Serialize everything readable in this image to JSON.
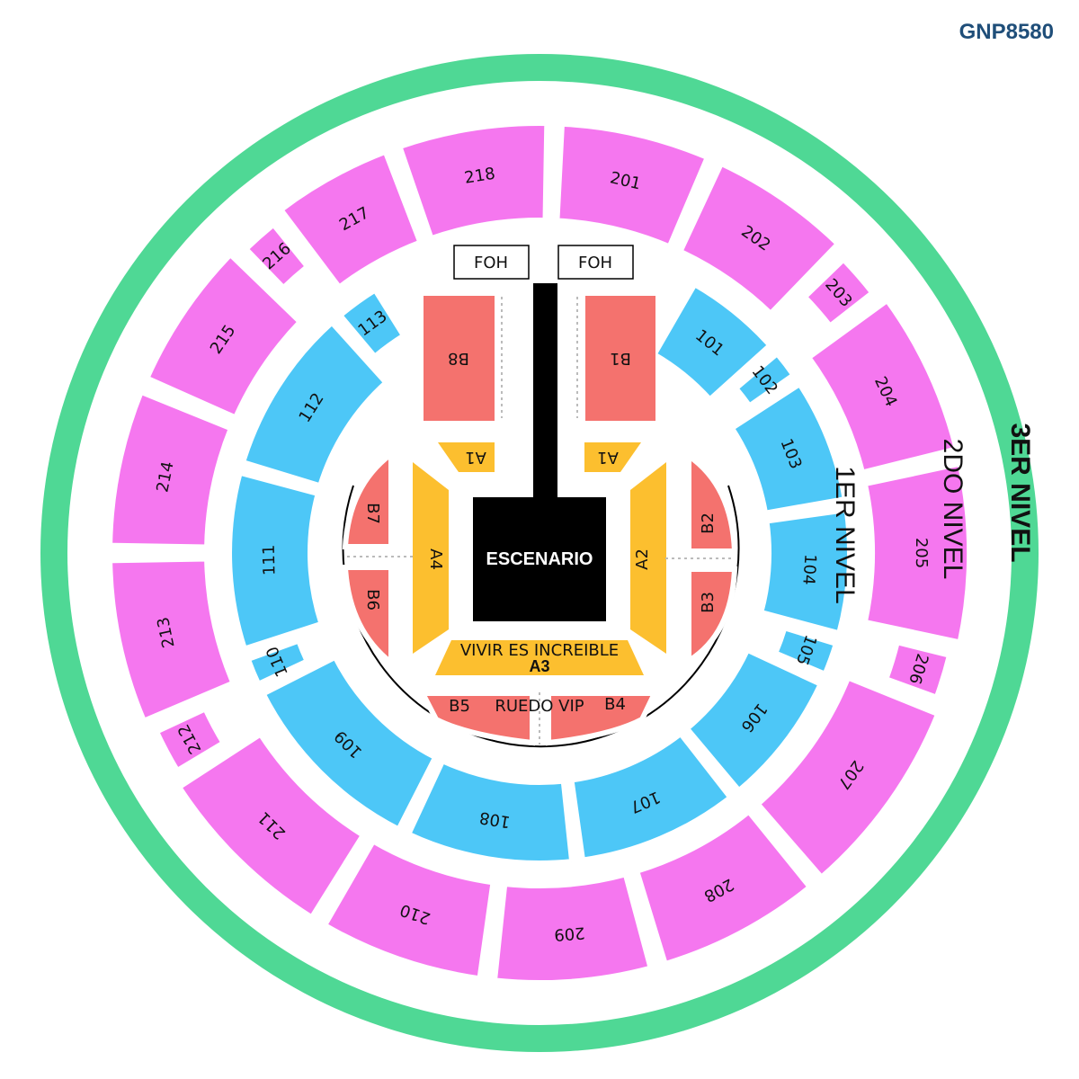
{
  "event_code": "GNP8580",
  "colors": {
    "level3": "#4fd895",
    "level2": "#f577ef",
    "level1": "#4dc7f7",
    "b_sections": "#f4726e",
    "a_sections": "#fcbf2f",
    "stage": "#000000",
    "event_code": "#1f4e79"
  },
  "levels": {
    "level3": "3ER NIVEL",
    "level2": "2DO NIVEL",
    "level1": "1ER NIVEL"
  },
  "stage": {
    "label": "ESCENARIO"
  },
  "foh": [
    "FOH",
    "FOH"
  ],
  "sections_200": [
    "201",
    "202",
    "203",
    "204",
    "205",
    "206",
    "207",
    "208",
    "209",
    "210",
    "211",
    "212",
    "213",
    "214",
    "215",
    "216",
    "217",
    "218"
  ],
  "sections_100": [
    "101",
    "102",
    "103",
    "104",
    "105",
    "106",
    "107",
    "108",
    "109",
    "110",
    "111",
    "112",
    "113"
  ],
  "floor": {
    "b8": "B8",
    "b1": "B1",
    "a1_left": "A1",
    "a1_right": "A1",
    "b7": "B7",
    "b6": "B6",
    "b2": "B2",
    "b3": "B3",
    "a4": "A4",
    "a2": "A2",
    "a3_title": "VIVIR ES INCREIBLE",
    "a3": "A3",
    "b5": "B5",
    "b4": "B4",
    "ruedo": "RUEDO VIP"
  }
}
